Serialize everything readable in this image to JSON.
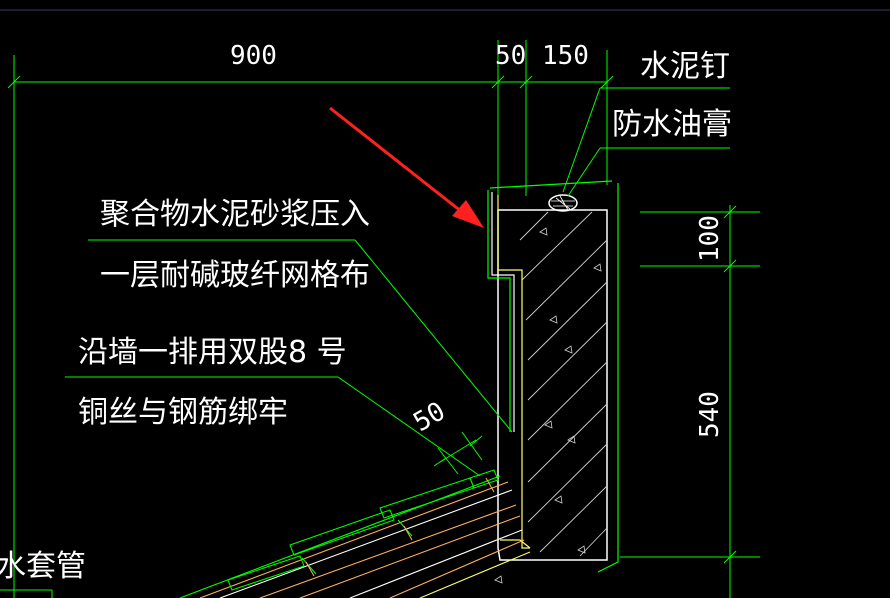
{
  "drawing": {
    "colors": {
      "background": "#000000",
      "dimension_line": "#00ff00",
      "text": "#ffffff",
      "arrow": "#ff2020",
      "concrete": "#ffffff",
      "hatch": "#ffffff",
      "membrane": "#ffff66",
      "tiles": "#ffb060",
      "leader": "#00ff00"
    },
    "dimensions": {
      "top_900": "900",
      "top_50": "50",
      "top_150": "150",
      "right_100": "100",
      "right_540": "540",
      "diag_50": "50"
    },
    "labels": {
      "cement_nail": "水泥钉",
      "waterproof_paste": "防水油膏",
      "polymer_line1": "聚合物水泥砂浆压入",
      "polymer_line2": "一层耐碱玻纤网格布",
      "wire_line1": "沿墙一排用双股8 号",
      "wire_line2": "铜丝与钢筋绑牢",
      "pipe_partial": "水套管"
    }
  }
}
